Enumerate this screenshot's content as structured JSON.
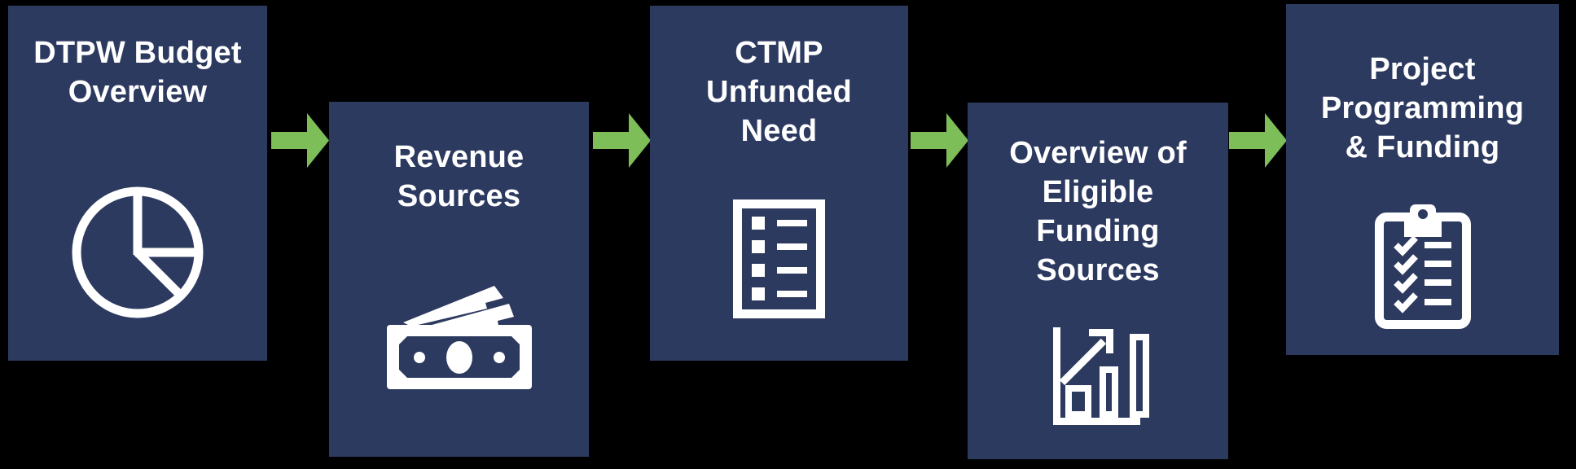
{
  "colors": {
    "background": "#000000",
    "box": "#2D3A60",
    "arrow": "#7DBE58",
    "text": "#FFFFFF",
    "icon": "#FFFFFF"
  },
  "flow": {
    "connector": "right-arrow",
    "steps": [
      {
        "id": "dtpw-budget-overview",
        "icon": "pie-chart-icon",
        "lines": [
          "DTPW Budget",
          "Overview"
        ]
      },
      {
        "id": "revenue-sources",
        "icon": "cash-bills-icon",
        "lines": [
          "Revenue",
          "Sources"
        ]
      },
      {
        "id": "ctmp-unfunded-need",
        "icon": "bulleted-list-icon",
        "lines": [
          "CTMP",
          "Unfunded",
          "Need"
        ]
      },
      {
        "id": "eligible-funding-overview",
        "icon": "growth-bar-chart-icon",
        "lines": [
          "Overview of",
          "Eligible",
          "Funding",
          "Sources"
        ]
      },
      {
        "id": "project-programming-funding",
        "icon": "clipboard-checklist-icon",
        "lines": [
          "Project",
          "Programming",
          "& Funding"
        ]
      }
    ]
  }
}
